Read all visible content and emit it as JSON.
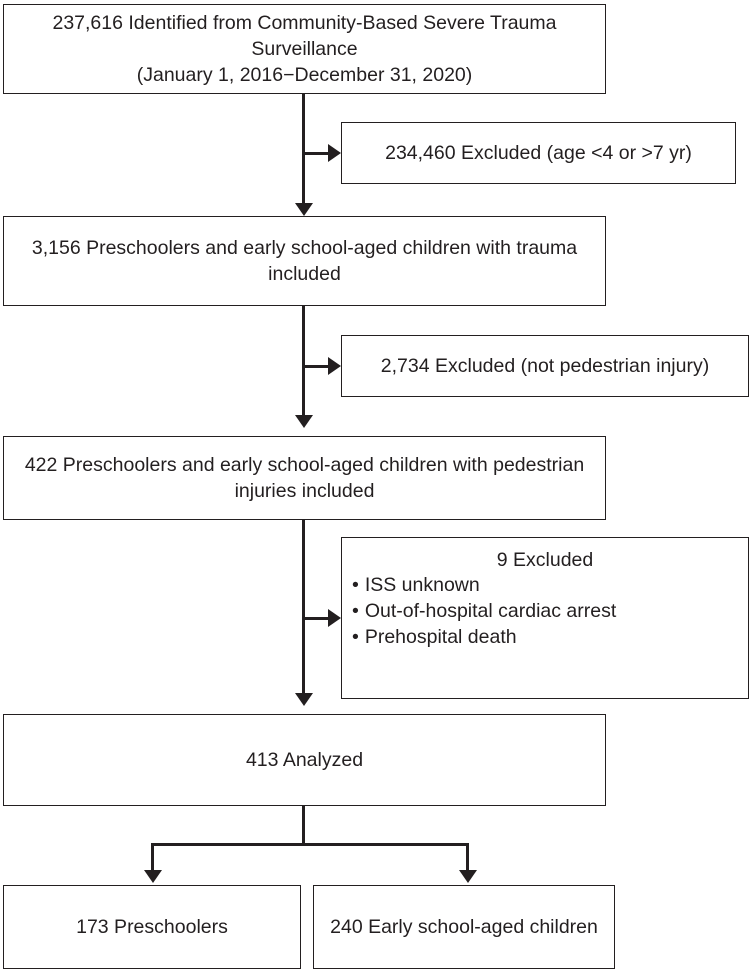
{
  "figure": {
    "type": "flowchart",
    "orientation": "top-to-bottom",
    "nodes": {
      "identified": {
        "label": "237,616 Identified from Community-Based Severe Trauma Surveillance\n(January 1, 2016−December 31, 2020)",
        "count": "237,616"
      },
      "excluded_age": {
        "label": "234,460 Excluded (age <4 or >7 yr)",
        "count": "234,460"
      },
      "trauma_included": {
        "label": "3,156 Preschoolers and early school-aged children with trauma included",
        "count": "3,156"
      },
      "excluded_not_pedestrian": {
        "label": "2,734 Excluded (not pedestrian injury)",
        "count": "2,734"
      },
      "pedestrian_included": {
        "label": "422 Preschoolers and early school-aged children with pedestrian injuries included",
        "count": "422"
      },
      "excluded_other": {
        "title": "9 Excluded",
        "count": "9",
        "reasons": [
          "ISS unknown",
          "Out-of-hospital cardiac arrest",
          "Prehospital death"
        ]
      },
      "analyzed": {
        "label": "413 Analyzed",
        "count": "413"
      },
      "preschoolers": {
        "label": "173 Preschoolers",
        "count": "173"
      },
      "school_aged": {
        "label": "240 Early school-aged children",
        "count": "240"
      }
    },
    "colors": {
      "stroke": "#231f20",
      "background": "#ffffff",
      "text": "#231f20"
    }
  }
}
